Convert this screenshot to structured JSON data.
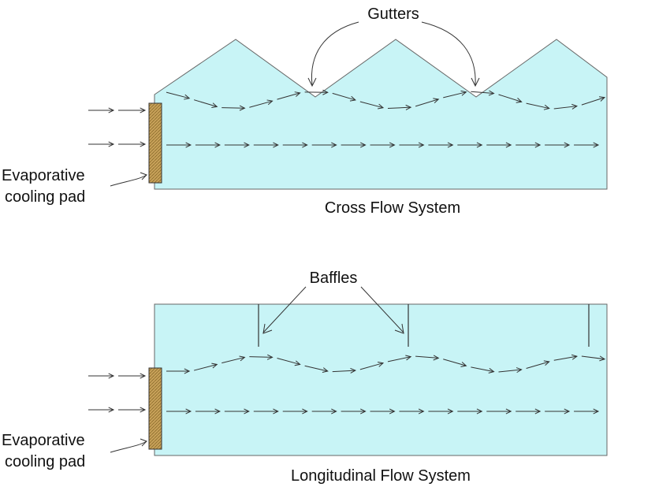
{
  "cross_flow": {
    "title": "Cross Flow System",
    "gutters_label": "Gutters",
    "pad_label_line1": "Evaporative",
    "pad_label_line2": "cooling pad"
  },
  "longitudinal_flow": {
    "title": "Longitudinal Flow System",
    "baffles_label": "Baffles",
    "pad_label_line1": "Evaporative",
    "pad_label_line2": "cooling pad"
  },
  "colors": {
    "air_space": "#c8f4f6",
    "outline": "#555555",
    "pad": "#c8a25a",
    "arrow": "#333333"
  }
}
